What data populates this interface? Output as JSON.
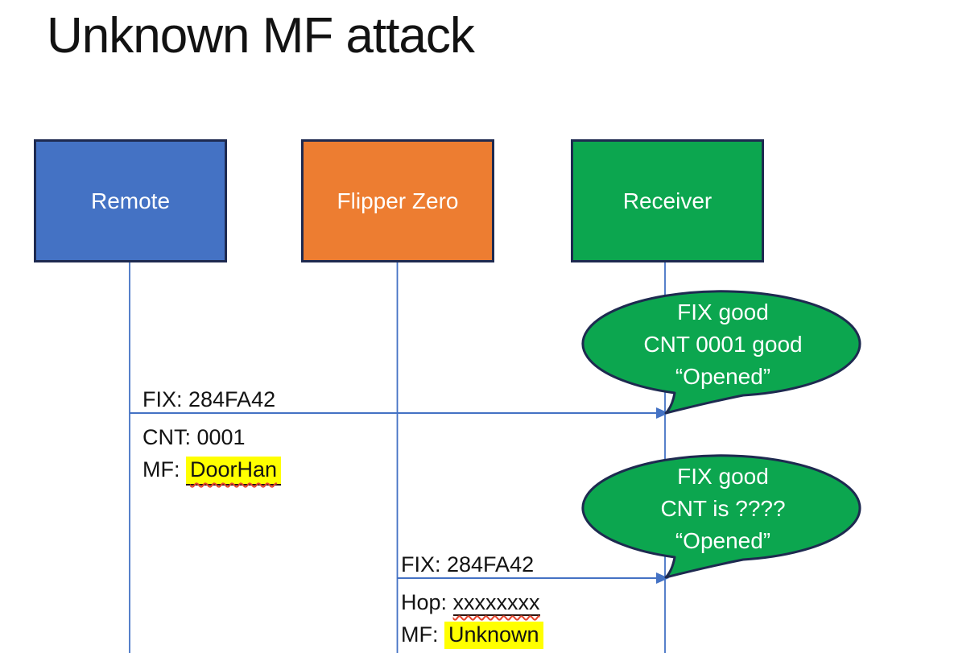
{
  "slide": {
    "title": "Unknown MF attack"
  },
  "actors": {
    "remote": {
      "label": "Remote"
    },
    "flipper": {
      "label": "Flipper Zero"
    },
    "receiver": {
      "label": "Receiver"
    }
  },
  "messages": {
    "m1": {
      "line1": "FIX: 284FA42",
      "line2": "CNT: 0001",
      "line3_prefix": "MF: ",
      "line3_value": "DoorHan"
    },
    "m2": {
      "line1": "FIX: 284FA42",
      "line2_prefix": "Hop: ",
      "line2_value": "xxxxxxxx",
      "line3_prefix": "MF: ",
      "line3_value": "Unknown"
    }
  },
  "callouts": {
    "c1": {
      "line1": "FIX good",
      "line2": "CNT 0001 good",
      "line3": "“Opened”"
    },
    "c2": {
      "line1": "FIX good",
      "line2": "CNT is ????",
      "line3": "“Opened”"
    }
  },
  "colors": {
    "actor_remote_fill": "#4472C4",
    "actor_flipper_fill": "#ED7D31",
    "actor_receiver_fill": "#0CA64F",
    "callout_fill": "#0CA64F",
    "shape_border_navy": "#1E2A50",
    "line_blue": "#4472C4",
    "highlight_yellow": "#FFFF00",
    "spellcheck_red": "#E4442C",
    "text_white": "#FFFFFF",
    "text_black": "#131313"
  }
}
